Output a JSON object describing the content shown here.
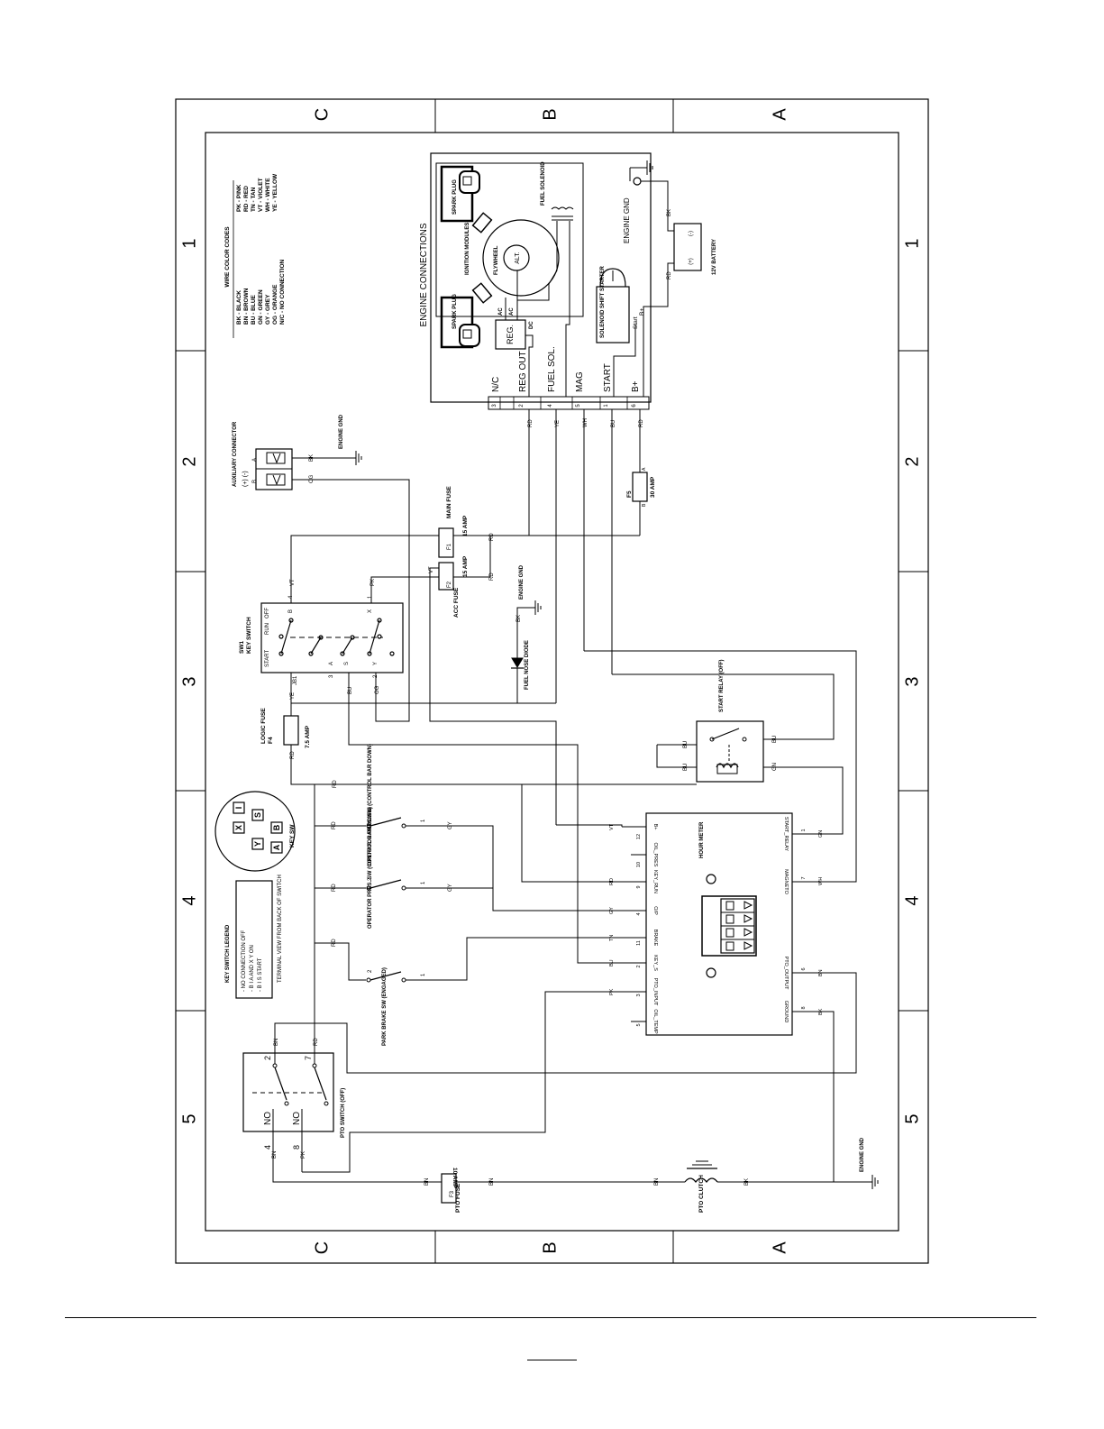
{
  "grid": {
    "columns": [
      "C",
      "B",
      "A"
    ],
    "rows": [
      "1",
      "2",
      "3",
      "4",
      "5"
    ]
  },
  "color_codes": {
    "title": "WIRE COLOR CODES",
    "left": [
      "BK - BLACK",
      "BN - BROWN",
      "BU - BLUE",
      "GN - GREEN",
      "GY - GREY",
      "OG - ORANGE",
      "N/C - NO CONNECTION"
    ],
    "right": [
      "PK - PINK",
      "RD - RED",
      "TN - TAN",
      "VT - VIOLET",
      "WH - WHITE",
      "YE - YELLOW"
    ]
  },
  "engine": {
    "title": "ENGINE CONNECTIONS",
    "spark_plug": "SPARK PLUG",
    "ignition_modules": "IGNITION MODULES",
    "flywheel": "FLYWHEEL",
    "alt": "ALT.",
    "fuel_solenoid": "FUEL SOLENOID",
    "reg": "REG.",
    "ac": "AC",
    "dc": "DC",
    "engine_gnd": "ENGINE GND",
    "starter": "SOLENOID SHIFT STARTER",
    "start": "Start",
    "bplus": "B+",
    "battery": "12V BATTERY",
    "pos": "(+)",
    "neg": "(-)",
    "bk": "BK",
    "rd": "RD",
    "terminals": [
      {
        "pin": "3",
        "label": "N/C",
        "wire": ""
      },
      {
        "pin": "2",
        "label": "REG OUT",
        "wire": "RD"
      },
      {
        "pin": "4",
        "label": "FUEL SOL.",
        "wire": "YE"
      },
      {
        "pin": "5",
        "label": "MAG",
        "wire": "WH"
      },
      {
        "pin": "1",
        "label": "START",
        "wire": "BU"
      },
      {
        "pin": "6",
        "label": "B+",
        "wire": "RD"
      }
    ]
  },
  "aux_connector": {
    "label": "AUXILIARY CONNECTOR",
    "pins": "(+)   (-)",
    "a": "A",
    "b": "B",
    "bk": "BK",
    "og": "OG",
    "engine_gnd": "ENGINE GND"
  },
  "fuses": {
    "f5": "F5",
    "f5_rating": "30 AMP",
    "main": "MAIN FUSE",
    "main_rating": "15 AMP",
    "acc": "ACC FUSE",
    "acc_rating": "15 AMP",
    "logic": "LOGIC FUSE",
    "logic_id": "F4",
    "logic_rating": "7.5 AMP",
    "pto": "PTO FUSE",
    "pto_rating": "10 AMP",
    "f1": "F1",
    "f2": "F2",
    "f3": "F3"
  },
  "key_switch": {
    "id": "SW1",
    "label": "KEY SWITCH",
    "positions": [
      "START",
      "RUN",
      "OFF"
    ],
    "top_pins": [
      "JB1",
      "3",
      "A",
      "S",
      "2",
      "Y"
    ],
    "bottom_pins": [
      "B",
      "4",
      "X",
      "1"
    ]
  },
  "diode": "FUEL NOSE DIODE",
  "engine_gnd": "ENGINE GND",
  "start_relay": "START RELAY (OFF)",
  "key_switch_legend": {
    "title": "KEY SWITCH LEGEND",
    "lines": [
      "- NO CONNECTION   OFF",
      "- B I A AND X Y   ON",
      "- B I S   START"
    ],
    "note": "TERMINAL VIEW FROM BACK OF SWITCH"
  },
  "key_sw_face": {
    "label": "KEY SW",
    "letters": [
      "I",
      "X",
      "S",
      "Y",
      "B",
      "A"
    ]
  },
  "operator_sw_1": "OPERATOR PRES. SW (CONTROL BAR DOWN)",
  "operator_sw_2": "OPERATOR PRES. SW (CONTROL BAR DOWN)",
  "park_brake": "PARK BRAKE SW (ENGAGED)",
  "pto_switch": "PTO SWITCH (OFF)",
  "pto_clutch": "PTO CLUTCH",
  "hour_meter": {
    "title": "HOUR METER",
    "left_pins": [
      {
        "pin": "12",
        "name": "B+",
        "wire": "VT"
      },
      {
        "pin": "10",
        "name": "OIL_PRES",
        "wire": ""
      },
      {
        "pin": "9",
        "name": "KEY_RUN",
        "wire": "RD"
      },
      {
        "pin": "4",
        "name": "O/P",
        "wire": "GY"
      },
      {
        "pin": "11",
        "name": "BRAKE",
        "wire": "TN"
      },
      {
        "pin": "2",
        "name": "KEY_S",
        "wire": "BU"
      },
      {
        "pin": "3",
        "name": "PTO_INPUT",
        "wire": "PK"
      },
      {
        "pin": "5",
        "name": "OIL_TEMP",
        "wire": ""
      }
    ],
    "right_pins": [
      {
        "pin": "1",
        "name": "START_RELAY",
        "wire": "GN"
      },
      {
        "pin": "7",
        "name": "MAGNETO",
        "wire": "WH"
      },
      {
        "pin": "6",
        "name": "PTO_OUTPUT",
        "wire": "BN"
      },
      {
        "pin": "8",
        "name": "GROUND",
        "wire": "BK"
      }
    ]
  },
  "wires": {
    "rd": "RD",
    "vt": "VT",
    "pk": "PK",
    "bk": "BK",
    "ye": "YE",
    "bu": "BU",
    "og": "OG",
    "gy": "GY",
    "gn": "GN",
    "bn": "BN",
    "tn": "TN",
    "wh": "WH"
  },
  "no": "NO"
}
